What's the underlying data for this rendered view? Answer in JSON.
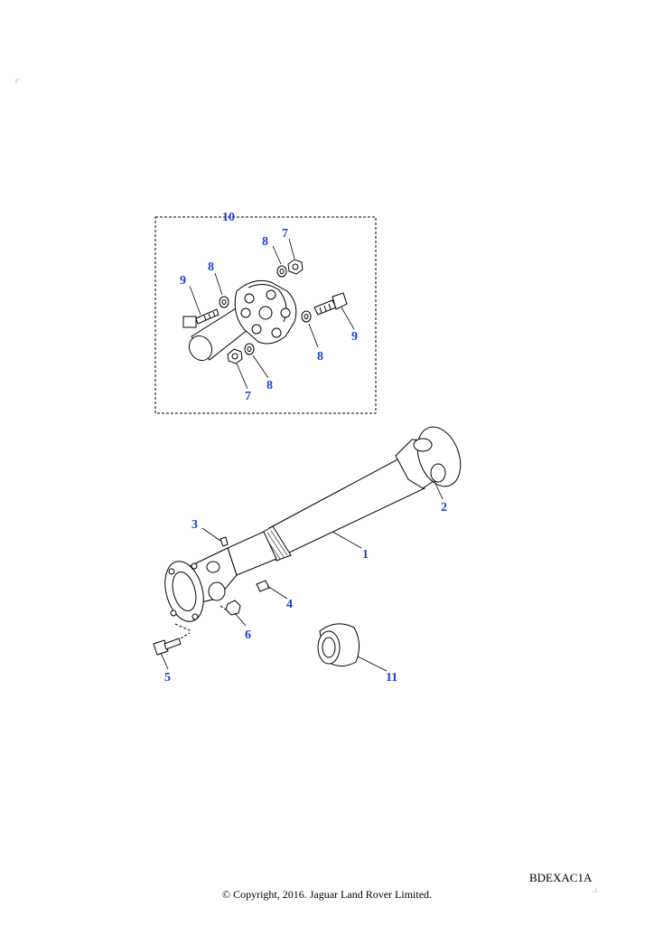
{
  "diagram": {
    "callout_color": "#1a3fd0",
    "line_color": "#000000",
    "callouts": {
      "shaft": "1",
      "yoke_rear": "2",
      "grease_nipple_joint": "3",
      "grease_nipple_shaft": "4",
      "flange_bolt": "5",
      "flange_nut": "6",
      "nut_top": "7",
      "washer_top": "8",
      "bolt_left": "9",
      "coupling_kit": "10",
      "bolt_right": "9",
      "washer_right": "8",
      "washer_left": "8",
      "nut_bottom": "7",
      "washer_bottom": "8",
      "gaiter": "11"
    }
  },
  "footer": {
    "reference_code": "BDEXAC1A",
    "copyright": "© Copyright, 2016. Jaguar Land Rover Limited."
  }
}
